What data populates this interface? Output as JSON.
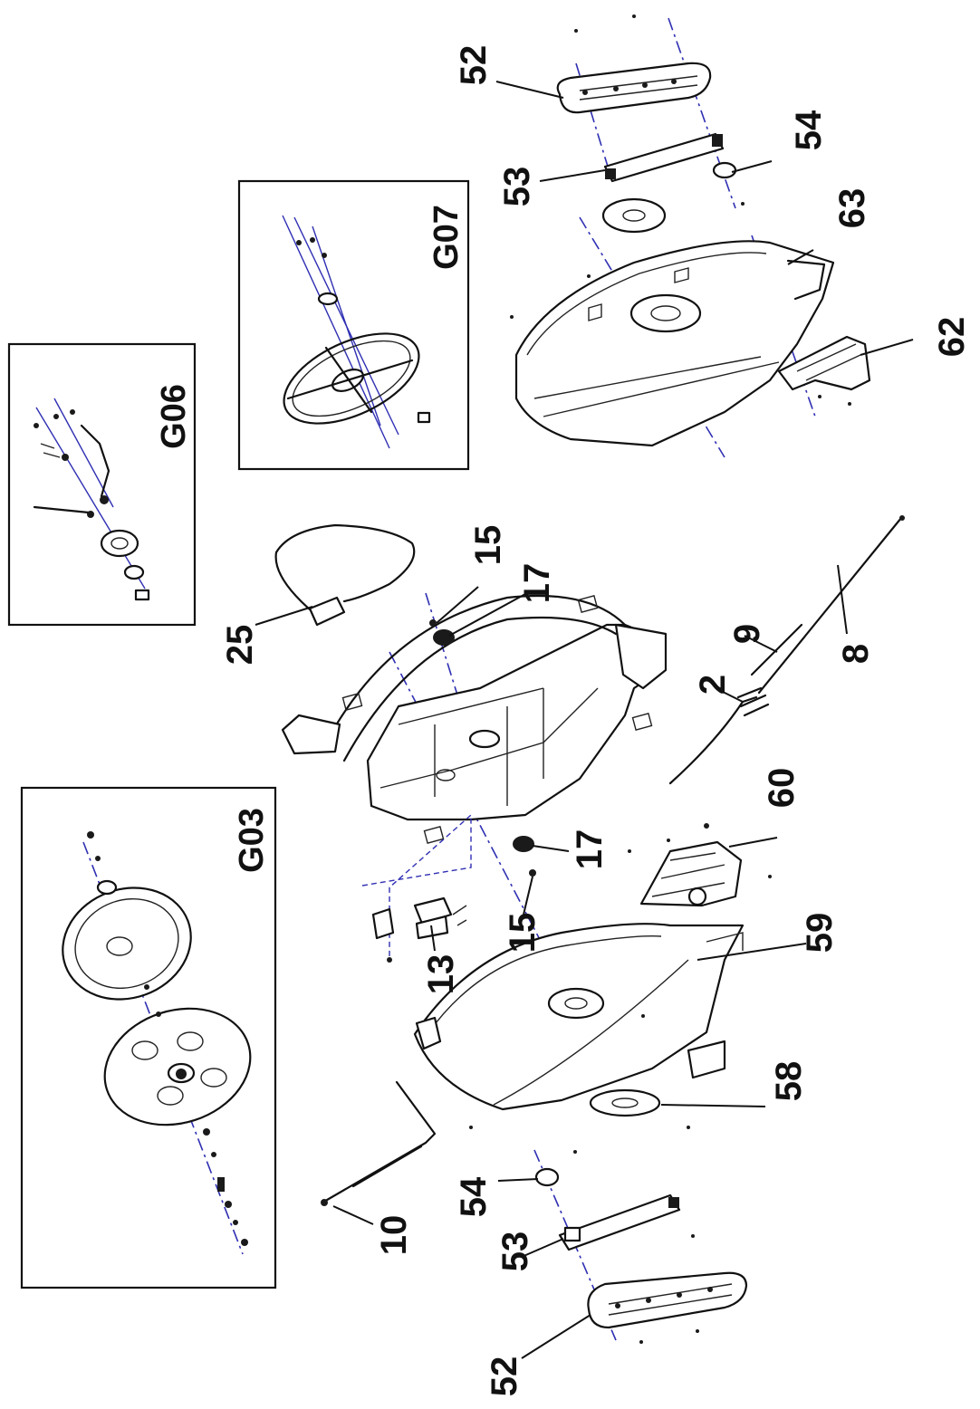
{
  "diagram": {
    "groups": {
      "g03": "G03",
      "g06": "G06",
      "g07": "G07"
    },
    "labels": {
      "p52_top": "52",
      "p54_top": "54",
      "p53_top": "53",
      "p63": "63",
      "p62": "62",
      "p15_top": "15",
      "p17_top": "17",
      "p25": "25",
      "p9": "9",
      "p2": "2",
      "p8": "8",
      "p60": "60",
      "p17_bottom": "17",
      "p15_bottom": "15",
      "p13": "13",
      "p59": "59",
      "p58": "58",
      "p54_bottom": "54",
      "p10": "10",
      "p53_bottom": "53",
      "p52_bottom": "52"
    },
    "colors": {
      "line": "#111111",
      "axis": "#2f2fb3"
    }
  }
}
